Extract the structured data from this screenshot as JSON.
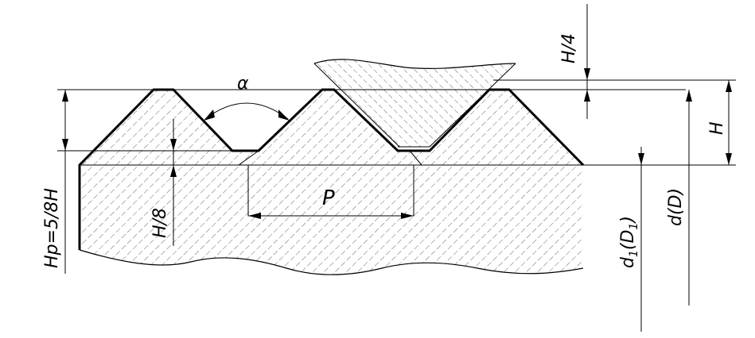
{
  "labels": {
    "alpha": "α",
    "pitch": "P",
    "h_quarter": "H/4",
    "h": "H",
    "h_eighth": "H/8",
    "hp": "Hp=5/8H",
    "d": "d(D)",
    "d1": "d",
    "d1_sub": "1",
    "d1_paren_open": "(D",
    "d1_paren_sub": "1",
    "d1_paren_close": ")"
  }
}
